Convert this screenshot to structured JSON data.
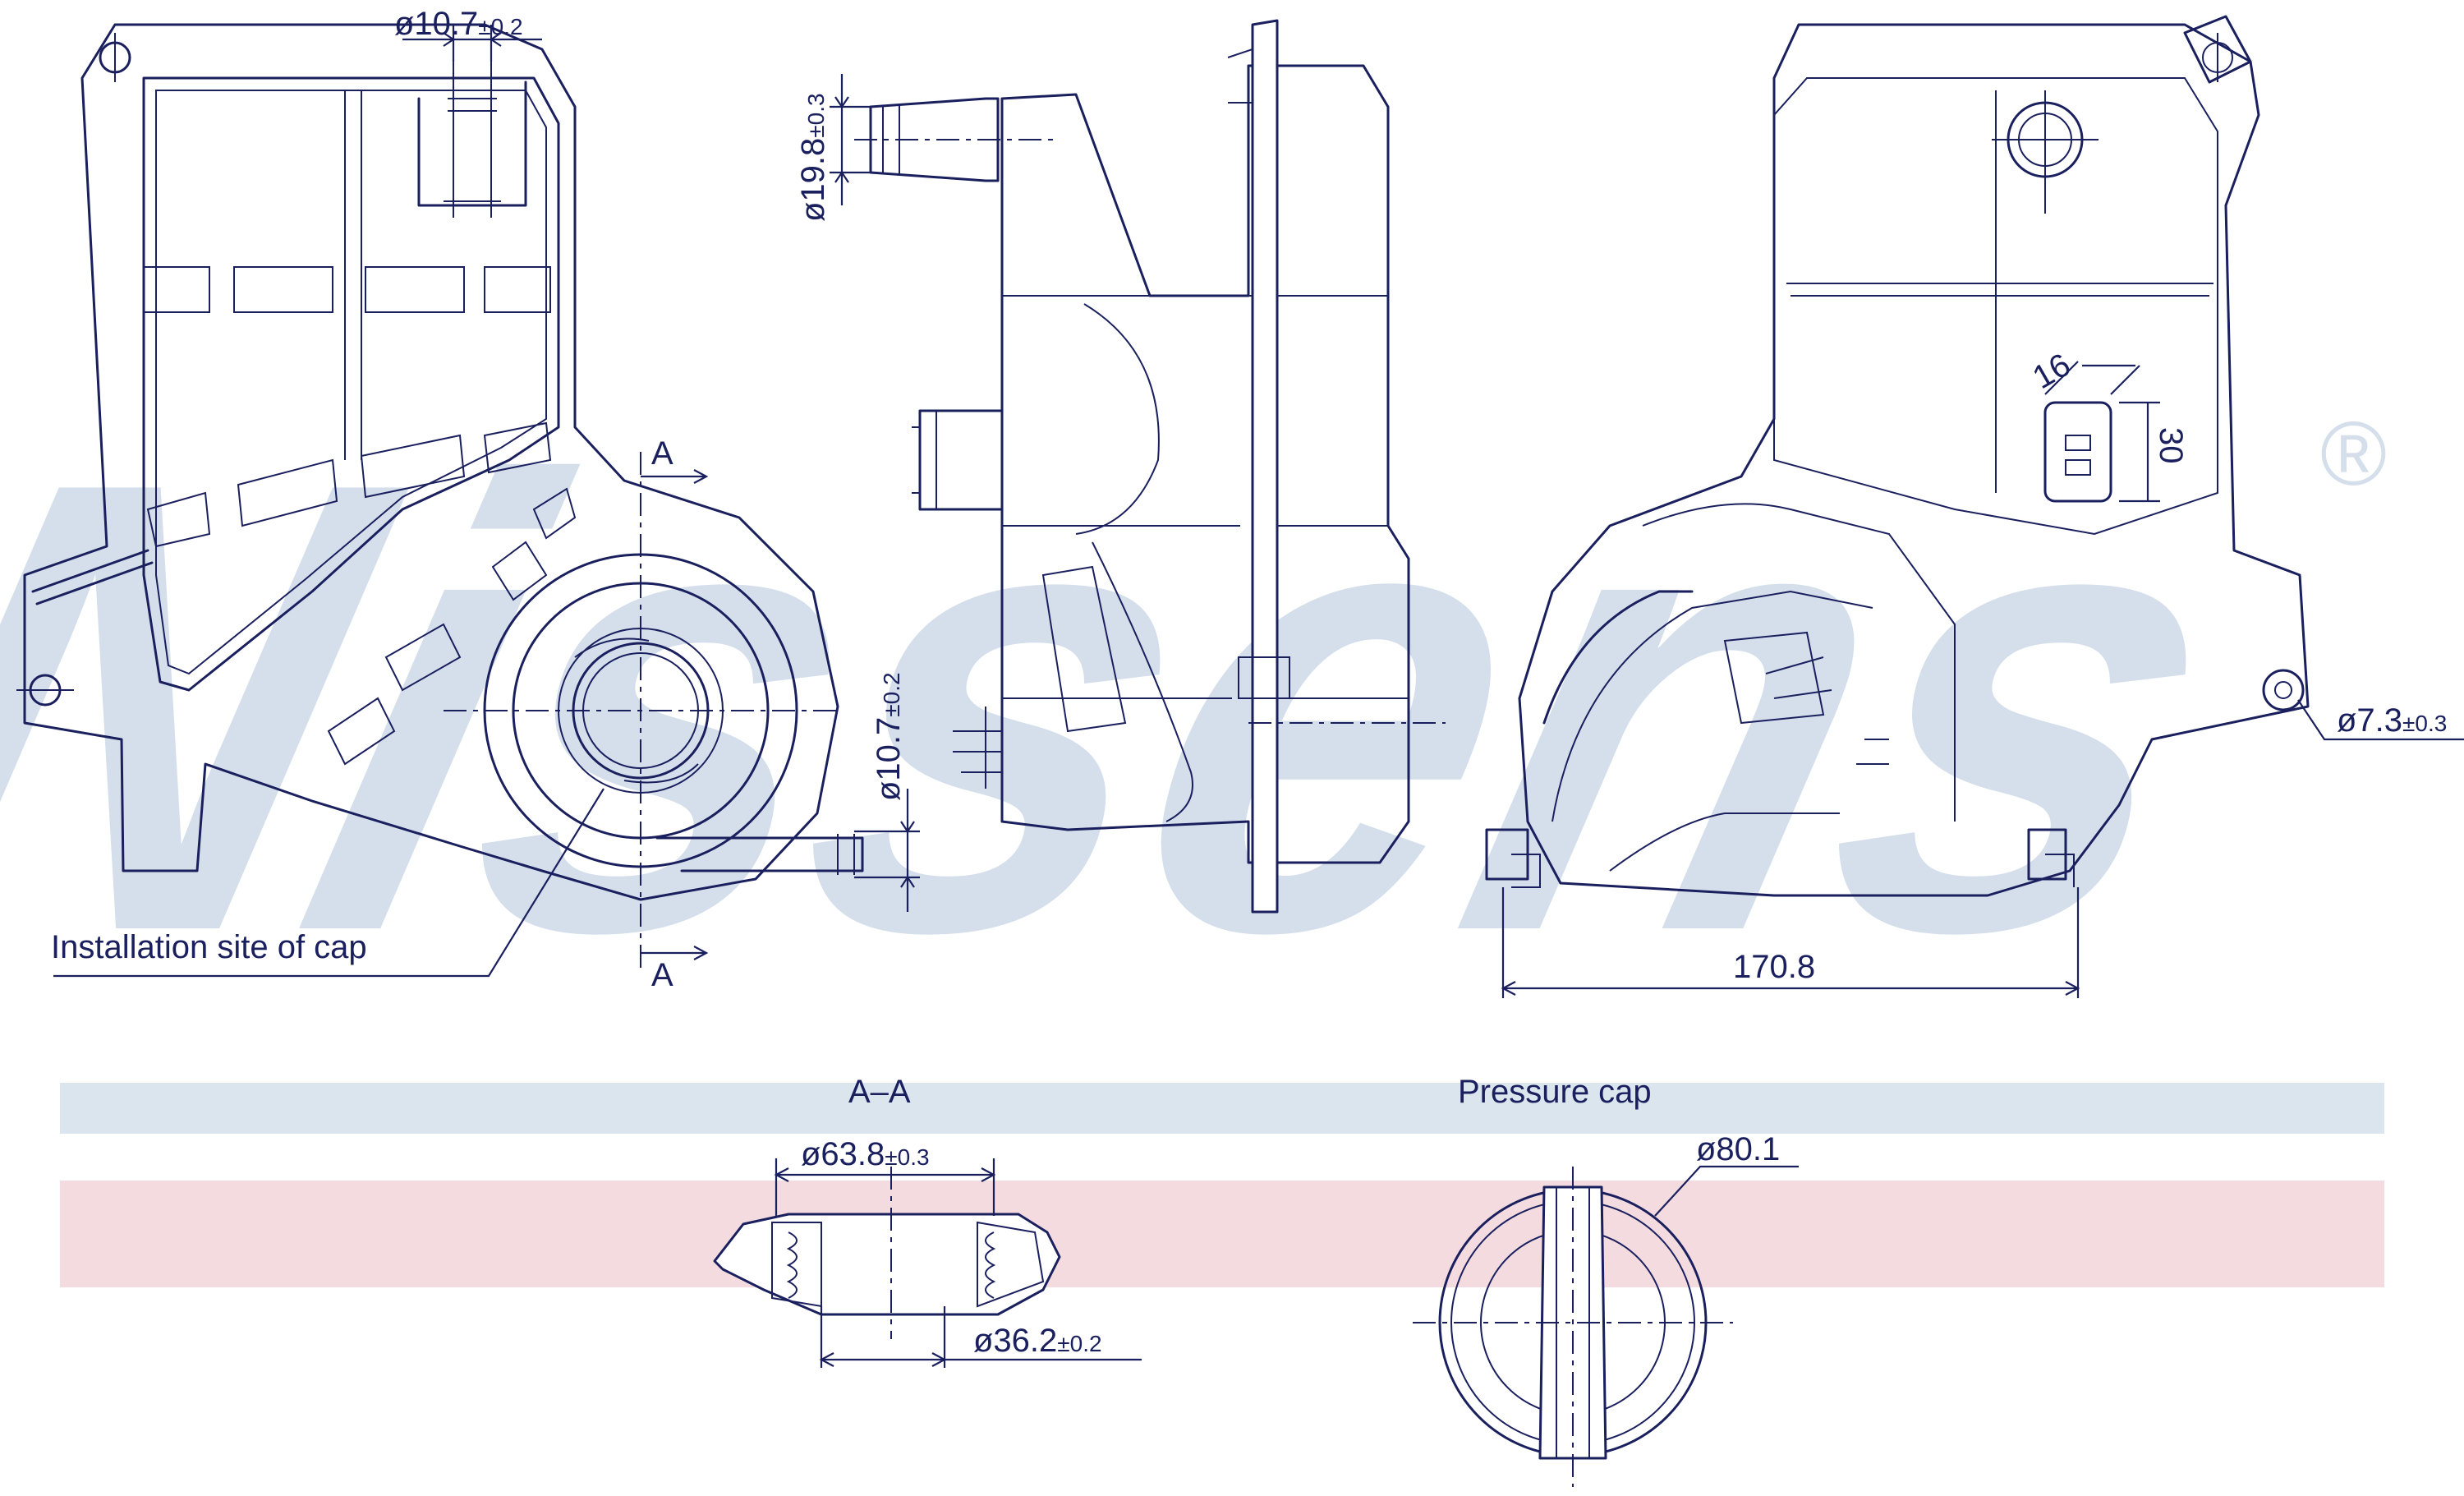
{
  "watermark": {
    "text": "Nissens",
    "registered_mark": "®",
    "color": "#d4dfeb"
  },
  "colors": {
    "line": "#1a1f5e",
    "band_blue": "#dbe5ee",
    "band_red": "#f4dbe0"
  },
  "front_view": {
    "dim_outlet_top_value": "ø10.7",
    "dim_outlet_top_tol": "±0.2",
    "section_marker_top": "A",
    "section_marker_bottom": "A",
    "dim_outlet_side_value": "ø10.7",
    "dim_outlet_side_tol": "±0.2",
    "cap_label": "Installation site of cap"
  },
  "side_view": {
    "dim_hose_value": "ø19.8",
    "dim_hose_tol": "±0.3"
  },
  "rear_view": {
    "dim_hole_value": "ø7.3",
    "dim_hole_tol": "±0.3",
    "dim_width": "170.8",
    "dim_connector_w": "16",
    "dim_connector_h": "30"
  },
  "section_view": {
    "title": "A–A",
    "dim_outer_value": "ø63.8",
    "dim_outer_tol": "±0.3",
    "dim_inner_value": "ø36.2",
    "dim_inner_tol": "±0.2"
  },
  "cap_view": {
    "title": "Pressure cap",
    "dim_diameter": "ø80.1"
  }
}
